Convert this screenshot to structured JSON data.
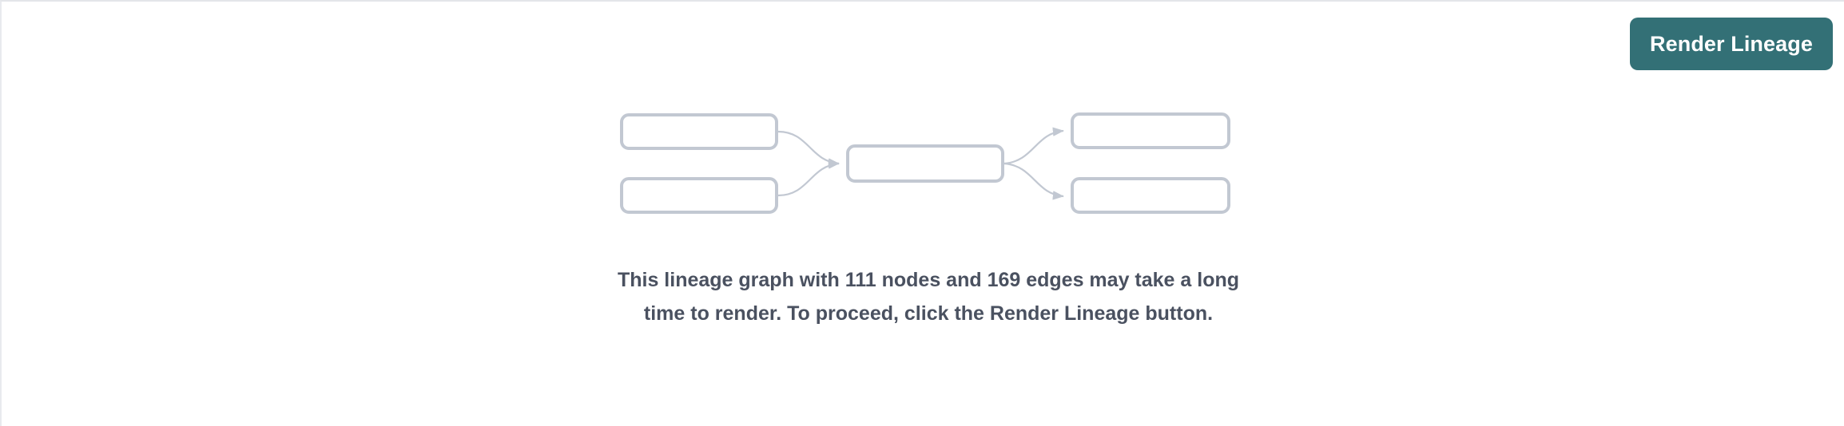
{
  "panel": {
    "background_color": "#ffffff",
    "border_color": "#e3e5e9"
  },
  "toolbar": {
    "render_button_label": "Render Lineage",
    "render_button_color": "#337076",
    "render_button_text_color": "#ffffff"
  },
  "notice": {
    "message": "This lineage graph with 111 nodes and 169 edges may take a long time to render. To proceed, click the Render Lineage button.",
    "node_count": 111,
    "edge_count": 169,
    "text_color": "#4a5160"
  },
  "graph_placeholder": {
    "node_border_color": "#c2c8d2",
    "edge_color": "#c2c8d2",
    "nodes": [
      {
        "id": "source-a",
        "label": ""
      },
      {
        "id": "source-b",
        "label": ""
      },
      {
        "id": "middle",
        "label": ""
      },
      {
        "id": "output-a",
        "label": ""
      },
      {
        "id": "output-b",
        "label": ""
      }
    ],
    "edges": [
      {
        "from": "source-a",
        "to": "middle"
      },
      {
        "from": "source-b",
        "to": "middle"
      },
      {
        "from": "middle",
        "to": "output-a"
      },
      {
        "from": "middle",
        "to": "output-b"
      }
    ]
  }
}
